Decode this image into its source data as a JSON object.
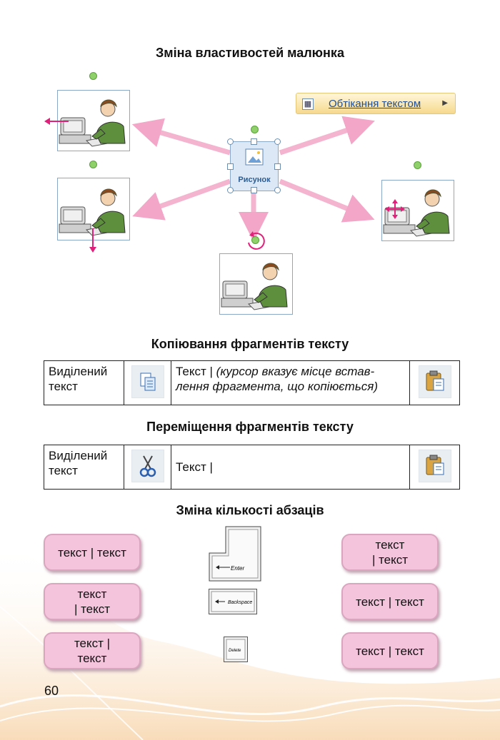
{
  "section1": {
    "title": "Зміна властивостей малюнка"
  },
  "center_picture": {
    "label": "Рисунок",
    "icon": "picture-icon"
  },
  "wrap_button": {
    "label": "Обтікання текстом",
    "icon": "text-wrap-icon"
  },
  "section2": {
    "title": "Копіювання фрагментів тексту",
    "cells": [
      "Виділений текст",
      "Текст | ",
      "(курсор вказує місце встав-лення фрагмента, що копіюється)"
    ],
    "icons": [
      "copy-icon",
      "paste-icon"
    ]
  },
  "section3": {
    "title": "Переміщення фрагментів тексту",
    "cells": [
      "Виділений текст",
      "Текст |"
    ],
    "icons": [
      "cut-icon",
      "paste-icon"
    ]
  },
  "section4": {
    "title": "Зміна кількості абзаців",
    "left": [
      "текст | текст",
      "текст\n| текст",
      "текст |\nтекст"
    ],
    "keys": [
      "Enter",
      "Backspace",
      "Delete"
    ],
    "right": [
      "текст\n| текст",
      "текст | текст",
      "текст | текст"
    ]
  },
  "page_number": "60"
}
